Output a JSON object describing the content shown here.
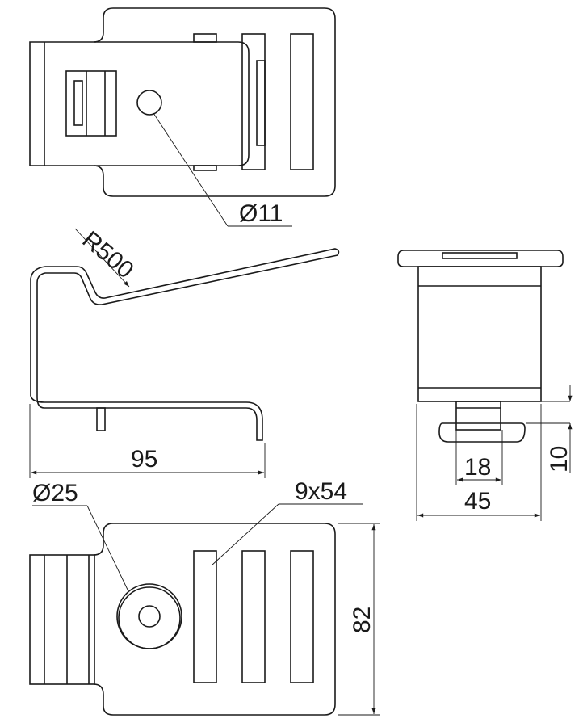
{
  "drawing": {
    "top_view": {
      "hole_label": "Ø11"
    },
    "side_view": {
      "radius_label": "R500",
      "length_label": "95"
    },
    "end_view": {
      "stem_width_label": "18",
      "width_label": "45",
      "offset_label": "10"
    },
    "bottom_view": {
      "boss_label": "Ø25",
      "slot_label": "9x54",
      "height_label": "82"
    }
  }
}
